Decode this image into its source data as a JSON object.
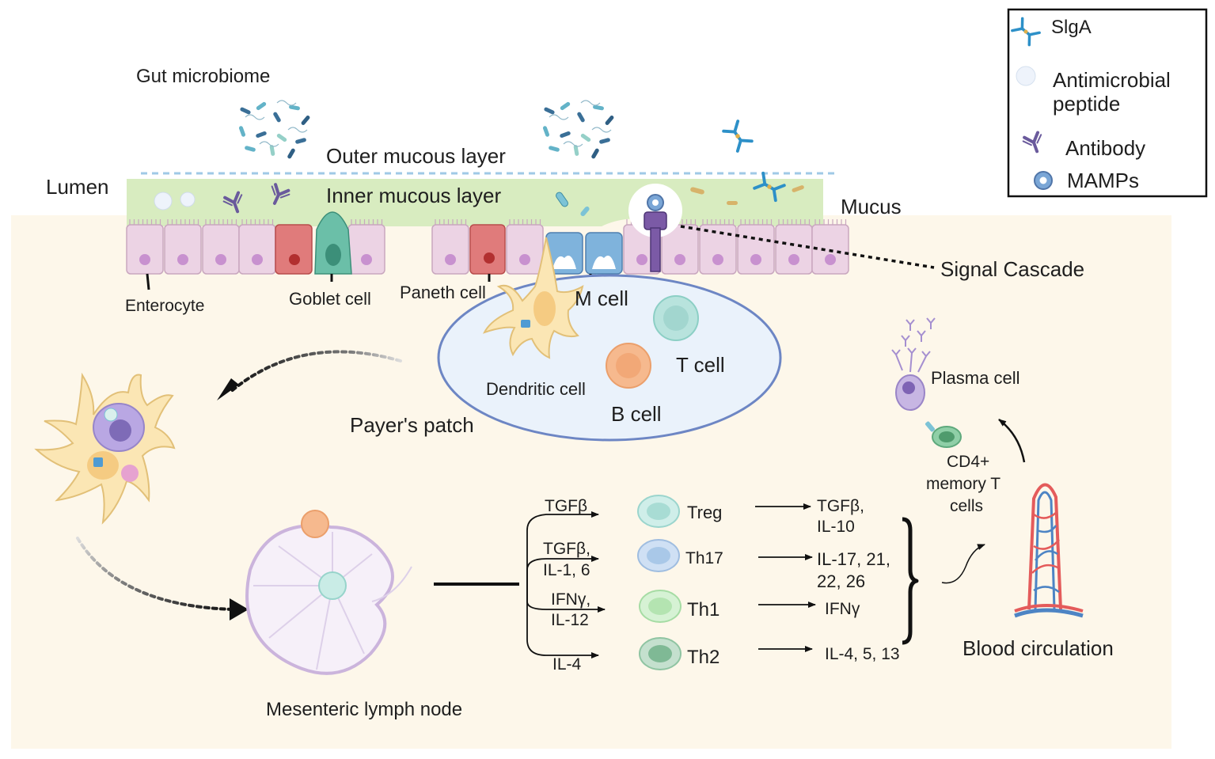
{
  "labels": {
    "gut_microbiome": "Gut microbiome",
    "outer_mucous_layer": "Outer mucous layer",
    "inner_mucous_layer": "Inner mucous layer",
    "lumen": "Lumen",
    "mucus": "Mucus",
    "signal_cascade": "Signal Cascade",
    "enterocyte": "Enterocyte",
    "goblet_cell": "Goblet cell",
    "paneth_cell": "Paneth cell",
    "m_cell": "M cell",
    "t_cell": "T cell",
    "b_cell": "B cell",
    "dendritic_cell": "Dendritic cell",
    "payers_patch": "Payer's patch",
    "plasma_cell": "Plasma cell",
    "cd4_line1": "CD4+",
    "cd4_line2": "memory T",
    "cd4_line3": "cells",
    "blood_circulation": "Blood circulation",
    "mesenteric_lymph_node": "Mesenteric lymph node"
  },
  "legend": {
    "siga": "SlgA",
    "amp_line1": "Antimicrobial",
    "amp_line2": "peptide",
    "antibody": "Antibody",
    "mamps": "MAMPs"
  },
  "differentiation": {
    "treg": {
      "input": [
        "TGFβ"
      ],
      "cell": "Treg",
      "output": [
        "TGFβ,",
        "IL-10"
      ]
    },
    "th17": {
      "input": [
        "TGFβ,",
        "IL-1, 6"
      ],
      "cell": "Th17",
      "output": [
        "IL-17, 21,",
        "22, 26"
      ]
    },
    "th1": {
      "input": [
        "IFNγ,",
        "IL-12"
      ],
      "cell": "Th1",
      "output": [
        "IFNγ"
      ]
    },
    "th2": {
      "input": [
        "IL-4"
      ],
      "cell": "Th2",
      "output": [
        "IL-4, 5, 13"
      ]
    }
  },
  "colors": {
    "background_panel": "#fdf7ea",
    "mucus_layer": "#d8ecc0",
    "enterocyte": "#ecd3e4",
    "nucleus": "#c891cf",
    "paneth": "#e07b7b",
    "goblet": "#6bbfa8",
    "m_cell": "#7fb3dc",
    "dendritic": "#fbe6b4",
    "payers_patch_fill": "#eaf2fb",
    "payers_patch_stroke": "#6d86c4",
    "t_cell": "#b8e3dd",
    "b_cell": "#f6b98e",
    "siga": "#2d90c8",
    "antibody": "#6a5a9c",
    "blood_red": "#e45b5b",
    "blood_blue": "#4d84c4"
  }
}
